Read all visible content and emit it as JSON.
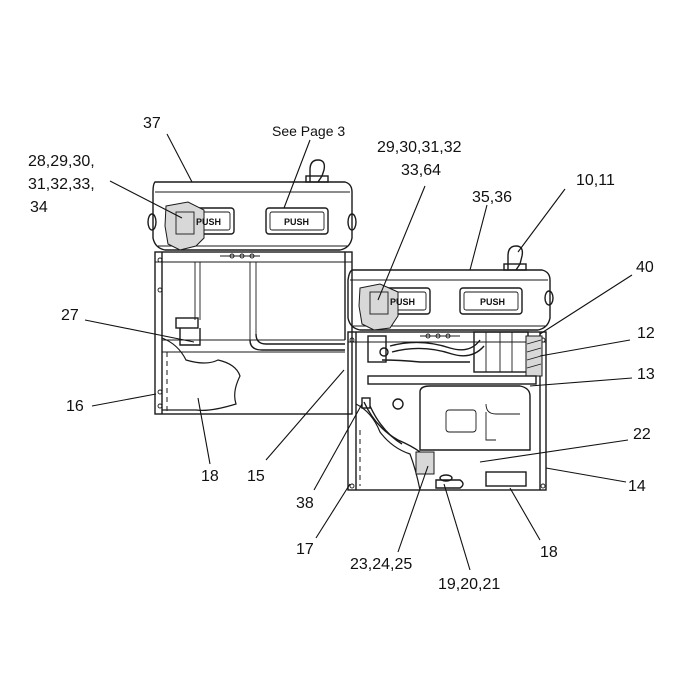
{
  "push_label": "PUSH",
  "callouts": {
    "c37": "37",
    "see_page": "See Page 3",
    "c28_a": "28,29,30,",
    "c28_b": "31,32,33,",
    "c28_c": "34",
    "c29_a": "29,30,31,32",
    "c29_b": "33,64",
    "c10": "10,11",
    "c35": "35,36",
    "c40": "40",
    "c27": "27",
    "c12": "12",
    "c13": "13",
    "c16": "16",
    "c22": "22",
    "c18_left": "18",
    "c15": "15",
    "c14": "14",
    "c38": "38",
    "c17": "17",
    "c18_right": "18",
    "c23": "23,24,25",
    "c19": "19,20,21"
  }
}
